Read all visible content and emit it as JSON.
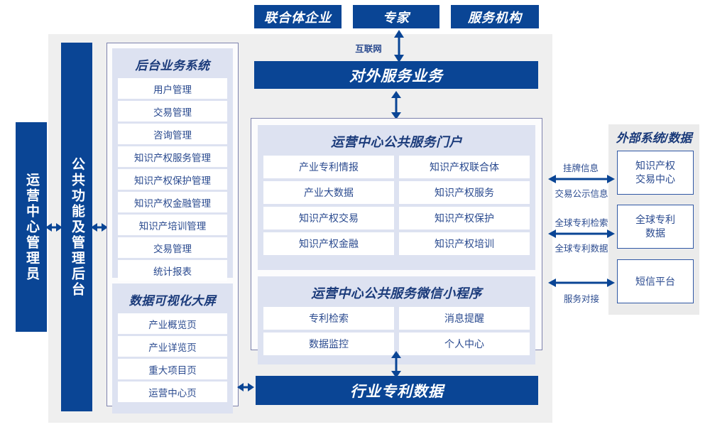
{
  "top_actors": [
    {
      "label": "联合体企业"
    },
    {
      "label": "专家"
    },
    {
      "label": "服务机构"
    }
  ],
  "internet_label": "互联网",
  "external_service_bar": "对外服务业务",
  "industry_patent_data_bar": "行业专利数据",
  "left_bars": [
    {
      "label": "运营中心管理员"
    },
    {
      "label": "公共功能及管理后台"
    }
  ],
  "backend_panel": {
    "title": "后台业务系统",
    "items": [
      "用户管理",
      "交易管理",
      "咨询管理",
      "知识产权服务管理",
      "知识产权保护管理",
      "知识产权金融管理",
      "知识产培训管理",
      "交易管理",
      "统计报表"
    ]
  },
  "dashboard_panel": {
    "title": "数据可视化大屏",
    "items": [
      "产业概览页",
      "产业详览页",
      "重大项目页",
      "运营中心页"
    ]
  },
  "portal_panel": {
    "title": "运营中心公共服务门户",
    "items": [
      "产业专利情报",
      "知识产权联合体",
      "产业大数据",
      "知识产权服务",
      "知识产权交易",
      "知识产权保护",
      "知识产权金融",
      "知识产权培训"
    ]
  },
  "miniprogram_panel": {
    "title": "运营中心公共服务微信小程序",
    "items": [
      "专利检索",
      "消息提醒",
      "数据监控",
      "个人中心"
    ]
  },
  "external": {
    "title": "外部系统/数据",
    "boxes": [
      {
        "label": "知识产权\n交易中心",
        "line1": "知识产权",
        "line2": "交易中心"
      },
      {
        "label": "全球专利\n数据",
        "line1": "全球专利",
        "line2": "数据"
      },
      {
        "label": "短信平台",
        "line1": "短信平台",
        "line2": ""
      }
    ],
    "connectors": [
      {
        "above": "挂牌信息",
        "below": "交易公示信息"
      },
      {
        "above": "全球专利检索",
        "below": "全球专利数据"
      },
      {
        "above": "",
        "below": "服务对接"
      }
    ]
  },
  "colors": {
    "brand_blue": "#0a4595",
    "panel_lavender": "#dde2f1",
    "outer_gray": "#efefef",
    "border_blue_gray": "#7d82ad",
    "text_blue": "#2a4a8f"
  }
}
